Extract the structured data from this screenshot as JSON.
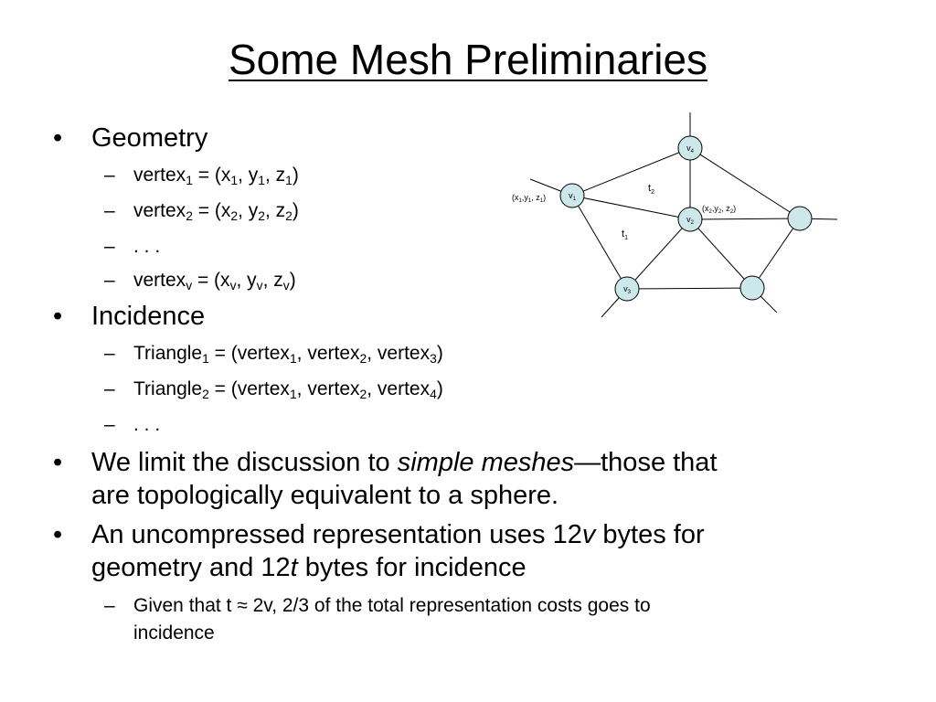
{
  "slide": {
    "title": "Some Mesh Preliminaries",
    "bullet_mark": "•",
    "dash_mark": "–",
    "geometry": {
      "label": "Geometry",
      "v1": {
        "a": "vertex",
        "s1": "1",
        "b": " = (x",
        "s2": "1",
        "c": ", y",
        "s3": "1",
        "d": ", z",
        "s4": "1",
        "e": ")"
      },
      "v2": {
        "a": "vertex",
        "s1": "2",
        "b": " = (x",
        "s2": "2",
        "c": ", y",
        "s3": "2",
        "d": ", z",
        "s4": "2",
        "e": ")"
      },
      "ellipsis": " . . .",
      "vv": {
        "a": "vertex",
        "s1": "v",
        "b": " = (x",
        "s2": "v",
        "c": ", y",
        "s3": "v",
        "d": ", z",
        "s4": "v",
        "e": ")"
      }
    },
    "incidence": {
      "label": "Incidence",
      "t1": {
        "a": "Triangle",
        "s1": "1",
        "b": " = (vertex",
        "s2": "1",
        "c": ", vertex",
        "s3": "2",
        "d": ", vertex",
        "s4": "3",
        "e": ")"
      },
      "t2": {
        "a": "Triangle",
        "s1": "2",
        "b": " = (vertex",
        "s2": "1",
        "c": ", vertex",
        "s3": "2",
        "d": ", vertex",
        "s4": "4",
        "e": ")"
      },
      "ellipsis": ". . ."
    },
    "simple": {
      "a": "We limit the discussion to ",
      "em": "simple meshes",
      "b": "—those that",
      "line2": "are topologically equivalent to a sphere."
    },
    "uncompressed": {
      "a": "An uncompressed representation uses 12",
      "v": "v",
      "b": " bytes for",
      "c": "geometry and 12",
      "t": "t",
      "d": " bytes for incidence"
    },
    "given": {
      "line1": "Given that t ≈ 2v, 2/3 of the total representation costs goes to",
      "line2": "incidence"
    }
  },
  "diagram": {
    "colors": {
      "node_fill": "#cce8ea",
      "stroke": "#000000"
    },
    "v4": {
      "a": "v",
      "s": "4"
    },
    "v1": {
      "a": "v",
      "s": "1"
    },
    "v2": {
      "a": "v",
      "s": "2"
    },
    "v3": {
      "a": "v",
      "s": "3"
    },
    "t1": {
      "a": "t",
      "s": "1"
    },
    "t2": {
      "a": "t",
      "s": "2"
    },
    "coord1": {
      "a": "(x",
      "s1": "1",
      "b": ",y",
      "s2": "1",
      "c": ", z",
      "s3": "1",
      "d": ")"
    },
    "coord2": {
      "a": "(x",
      "s1": "2",
      "b": ",y",
      "s2": "2",
      "c": ", z",
      "s3": "2",
      "d": ")"
    }
  }
}
